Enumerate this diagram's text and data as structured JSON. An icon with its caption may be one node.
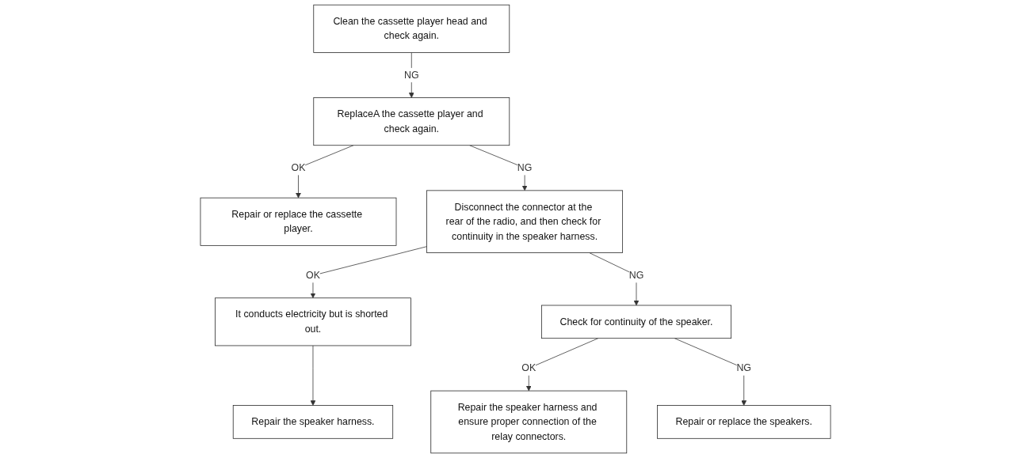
{
  "diagram": {
    "nodes": [
      {
        "text": [
          "Clean the cassette player head and check again."
        ]
      },
      {
        "text": [
          "ReplaceA the cassette player and check again."
        ]
      },
      {
        "text": [
          "Repair or replace the cassette player."
        ]
      },
      {
        "text": [
          "Disconnect the connector at the rear of the radio, and then check for continuity in the speaker harness."
        ]
      },
      {
        "text": [
          "It conducts electricity but is shorted out."
        ]
      },
      {
        "text": [
          "Repair the speaker harness."
        ]
      },
      {
        "text": [
          "Check for continuity of the speaker."
        ]
      },
      {
        "text": [
          "Repair the speaker harness and ensure proper connection of the relay connectors."
        ]
      },
      {
        "text": [
          "Repair or replace the speakers."
        ]
      }
    ],
    "edges": [
      {
        "from": 0,
        "to": 1,
        "arrow": "to",
        "label": "NG"
      },
      {
        "from": 1,
        "to": 2,
        "arrow": "to",
        "label": "OK"
      },
      {
        "from": 1,
        "to": 3,
        "arrow": "to",
        "label": "NG"
      },
      {
        "from": 3,
        "to": 4,
        "arrow": "to",
        "label": "OK"
      },
      {
        "from": 4,
        "to": 5,
        "arrow": "to"
      },
      {
        "from": 3,
        "to": 6,
        "arrow": "to",
        "label": "NG"
      },
      {
        "from": 6,
        "to": 7,
        "arrow": "to",
        "label": "OK"
      },
      {
        "from": 6,
        "to": 8,
        "arrow": "to",
        "label": "NG"
      }
    ]
  }
}
